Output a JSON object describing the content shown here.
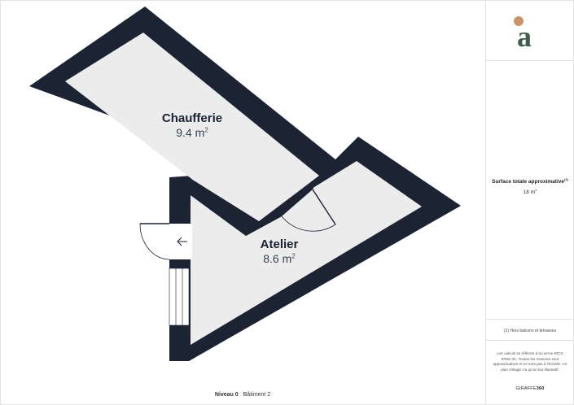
{
  "rooms": [
    {
      "name": "Chaufferie",
      "area_value": "9.4",
      "area_unit": "m",
      "area_exp": "2"
    },
    {
      "name": "Atelier",
      "area_value": "8.6",
      "area_unit": "m",
      "area_exp": "2"
    }
  ],
  "footer": {
    "level": "Niveau 0",
    "building": "Bâtiment 2"
  },
  "sidebar": {
    "logo_letter": "a",
    "surface_title": "Surface totale approximative",
    "surface_title_mark": "(1)",
    "surface_value": "18 m",
    "surface_value_exp": "2",
    "note": "(1) Hors balcons et terrasses",
    "disclaimer": "Les calculs se réfèrent à la norme RICS IPMS 3C. Toutes les mesures sont approximatives et ne sont pas à l'échelle. Ce plan d'étage n'a qu'un but illustratif.",
    "brand_prefix": "GIRAFFE",
    "brand_suffix": "360"
  },
  "colors": {
    "wall": "#1c2333",
    "floor": "#ececec",
    "logo_dot": "#c8946a",
    "logo_letter": "#3f5c4b"
  }
}
